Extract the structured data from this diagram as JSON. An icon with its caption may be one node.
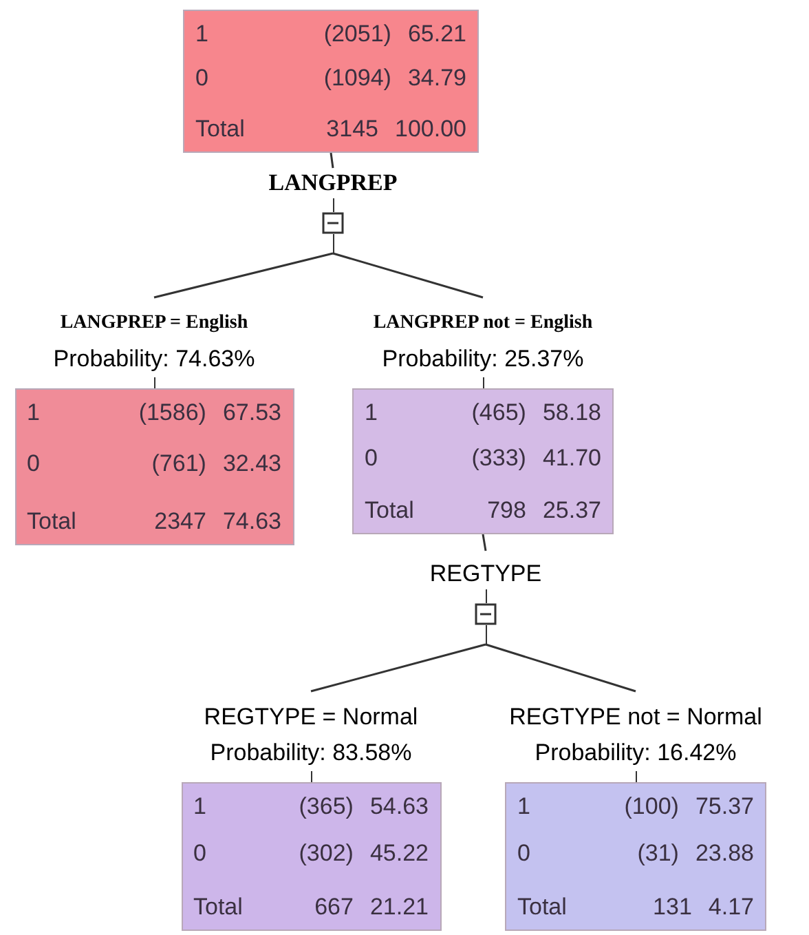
{
  "diagram": {
    "nodes": [
      {
        "text": [
          "1",
          "(2051)",
          "65.21",
          "0",
          "(1094)",
          "34.79",
          "Total",
          "3145",
          "100.00"
        ]
      },
      {
        "text": [
          "LANGPREP"
        ]
      },
      {
        "text": [
          "LANGPREP = English",
          "Probability: 74.63%",
          "1",
          "(1586)",
          "67.53",
          "0",
          "(761)",
          "32.43",
          "Total",
          "2347",
          "74.63"
        ]
      },
      {
        "text": [
          "LANGPREP not = English",
          "Probability: 25.37%",
          "1",
          "(465)",
          "58.18",
          "0",
          "(333)",
          "41.70",
          "Total",
          "798",
          "25.37"
        ]
      },
      {
        "text": [
          "REGTYPE"
        ]
      },
      {
        "text": [
          "REGTYPE = Normal",
          "Probability: 83.58%",
          "1",
          "(365)",
          "54.63",
          "0",
          "(302)",
          "45.22",
          "Total",
          "667",
          "21.21"
        ]
      },
      {
        "text": [
          "REGTYPE not = Normal",
          "Probability: 16.42%",
          "1",
          "(100)",
          "75.37",
          "0",
          "(31)",
          "23.88",
          "Total",
          "131",
          "4.17"
        ]
      }
    ],
    "edges": [
      {
        "from": 0,
        "to": 1,
        "arrow": "none"
      },
      {
        "from": 1,
        "to": 2,
        "arrow": "none"
      },
      {
        "from": 1,
        "to": 3,
        "arrow": "none"
      },
      {
        "from": 3,
        "to": 4,
        "arrow": "none"
      },
      {
        "from": 4,
        "to": 5,
        "arrow": "none"
      },
      {
        "from": 4,
        "to": 6,
        "arrow": "none"
      }
    ]
  }
}
